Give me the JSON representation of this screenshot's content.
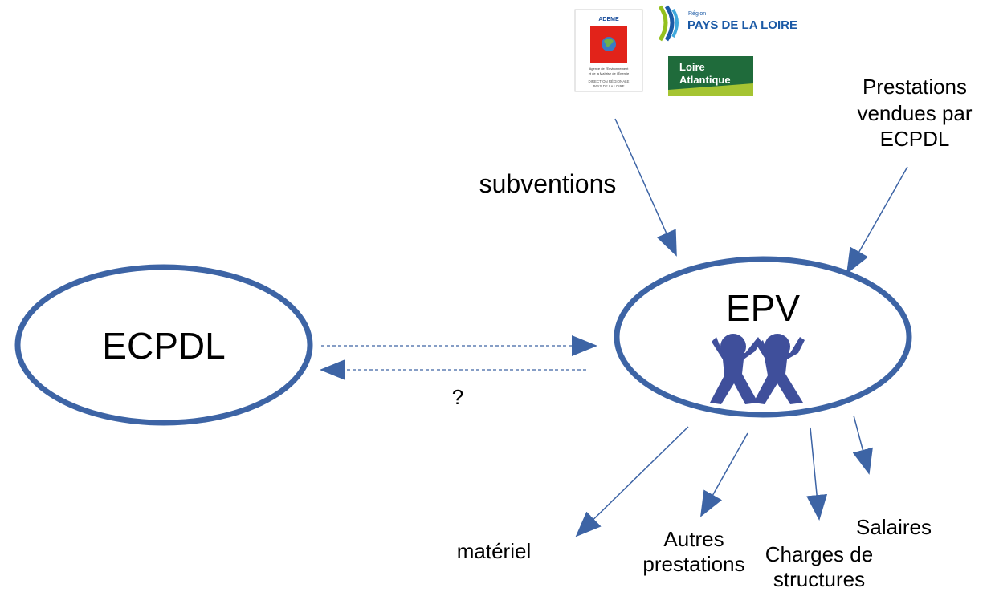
{
  "nodes": {
    "ecpdl": "ECPDL",
    "epv": "EPV"
  },
  "labels": {
    "subsidies": "subventions",
    "services_sold": "Prestations\nvendues par\nECPDL",
    "question": "?",
    "equipment": "matériel",
    "other_services": "Autres\nprestations",
    "structure_costs": "Charges de\nstructures",
    "salaries": "Salaires"
  },
  "logos": {
    "ademe_title": "ADEME",
    "ademe_caption": "Agence de l'Environnement et de la Maîtrise de l'Énergie",
    "ademe_region": "DIRECTION RÉGIONALE\nPAYS DE LA LOIRE",
    "region_small": "Région",
    "region_name": "PAYS DE LA LOIRE",
    "loire_atlantique": "Loire\nAtlantique"
  },
  "colors": {
    "ellipse_stroke": "#3d64a5",
    "arrow": "#3d64a5",
    "figure": "#3f4f9b",
    "ademe_red": "#e2231a",
    "region_blue": "#1b5aa6",
    "region_green": "#94c11f",
    "la_green": "#1f6b3b",
    "la_lime": "#a5c432"
  },
  "icons": [
    "people-icon",
    "ademe-logo",
    "pays-de-la-loire-logo",
    "loire-atlantique-logo"
  ]
}
